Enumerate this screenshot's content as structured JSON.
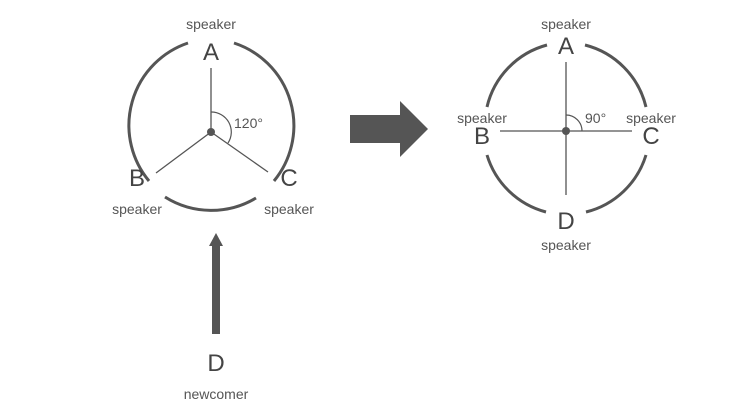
{
  "left": {
    "angle_label": "120°",
    "points": {
      "A": {
        "letter": "A",
        "role": "speaker"
      },
      "B": {
        "letter": "B",
        "role": "speaker"
      },
      "C": {
        "letter": "C",
        "role": "speaker"
      }
    },
    "newcomer": {
      "letter": "D",
      "role": "newcomer"
    }
  },
  "right": {
    "angle_label": "90°",
    "points": {
      "A": {
        "letter": "A",
        "role": "speaker"
      },
      "B": {
        "letter": "B",
        "role": "speaker"
      },
      "C": {
        "letter": "C",
        "role": "speaker"
      },
      "D": {
        "letter": "D",
        "role": "speaker"
      }
    }
  },
  "colors": {
    "stroke": "#555555",
    "arrow": "#555555"
  }
}
